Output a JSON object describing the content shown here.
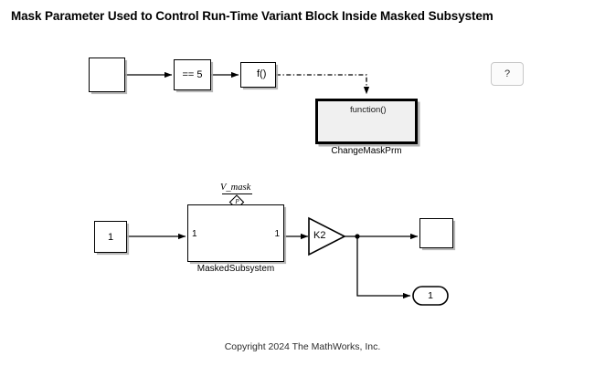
{
  "page": {
    "title": "Mask Parameter Used to Control Run-Time Variant Block Inside Masked Subsystem",
    "copyright": "Copyright 2024 The MathWorks, Inc.",
    "background_color": "#ffffff",
    "line_color": "#000000"
  },
  "help": {
    "label": "?",
    "name": "help-button"
  },
  "top_chain": {
    "source_block": {
      "name": "repeating-sequence-stair-block",
      "label": "",
      "icon": "staircase-waveform-icon"
    },
    "compare_block": {
      "name": "compare-to-constant-block",
      "label": "== 5"
    },
    "function_call_block": {
      "name": "function-call-generator-block",
      "label": "f()",
      "icon": "pulse-icon"
    },
    "subsystem_block": {
      "name": "change-mask-prm-subsystem",
      "caption": "ChangeMaskPrm",
      "header_text": "function()",
      "header_icon": "function-port-icon",
      "inner_icon": "stateflow-chart-icon"
    },
    "connection_style": "dash-dot function-call signal"
  },
  "bottom_chain": {
    "constant_block": {
      "name": "constant-block",
      "value": "1"
    },
    "masked_subsystem": {
      "name": "masked-subsystem-block",
      "caption": "MaskedSubsystem",
      "input_port_label": "1",
      "output_port_label": "1",
      "mask_parameter_name": "V_mask",
      "mask_badge_glyph": "P"
    },
    "gain_block": {
      "name": "gain-block",
      "label": "K2"
    },
    "scope_block": {
      "name": "scope-block",
      "icon": "scope-screen-icon"
    },
    "outport_block": {
      "name": "outport-block",
      "label": "1"
    }
  }
}
